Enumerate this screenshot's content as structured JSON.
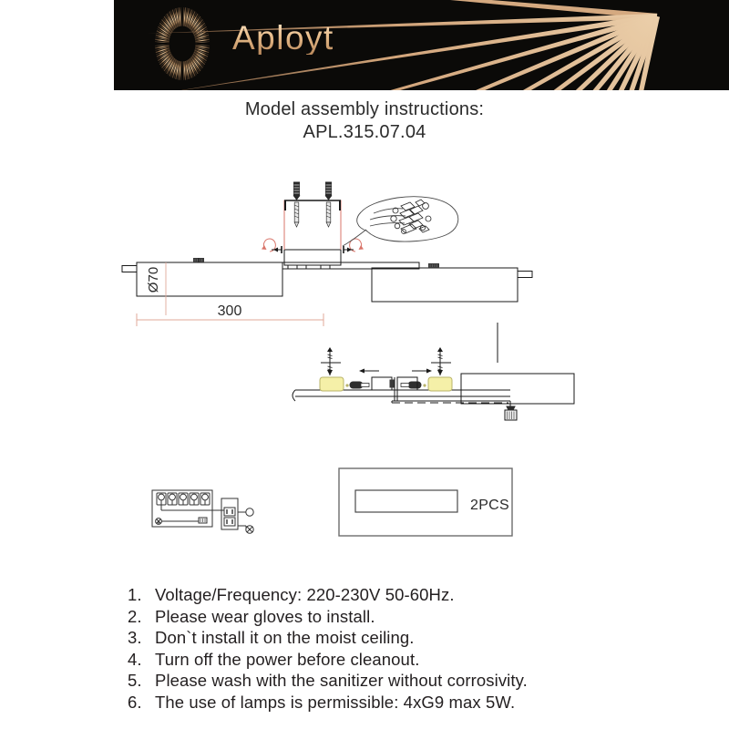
{
  "brand": {
    "name": "Aployt",
    "logo_icon": "sunburst-logo-icon",
    "banner_color": "#0b0a08",
    "accent_color": "#e8c49a"
  },
  "title": {
    "line1": "Model assembly instructions:",
    "line2": "APL.315.07.04"
  },
  "figures": {
    "main_assembly": {
      "name": "main-assembly-diagram",
      "dimension_width": "300",
      "dimension_diameter": "Ø70",
      "callout_icon": "hand-holding-screws-icon",
      "dimension_color": "#e0a99a"
    },
    "wiring": {
      "name": "wiring-connection-diagram",
      "lamp_highlight_color": "#f5f0a8"
    },
    "driver": {
      "name": "terminal-block-diagram",
      "terminal_count": 5
    },
    "parts_box": {
      "name": "parts-quantity-box",
      "quantity_label": "2PCS"
    }
  },
  "instructions": {
    "items": [
      {
        "num": "1.",
        "text": "Voltage/Frequency: 220-230V 50-60Hz."
      },
      {
        "num": "2.",
        "text": "Please wear gloves to install."
      },
      {
        "num": "3.",
        "text": "Don`t install it on the moist ceiling."
      },
      {
        "num": "4.",
        "text": "Turn off the power before cleanout."
      },
      {
        "num": "5.",
        "text": "Please wash with the sanitizer without corrosivity."
      },
      {
        "num": "6.",
        "text": "The use of lamps is permissible: 4xG9 max 5W."
      }
    ]
  }
}
